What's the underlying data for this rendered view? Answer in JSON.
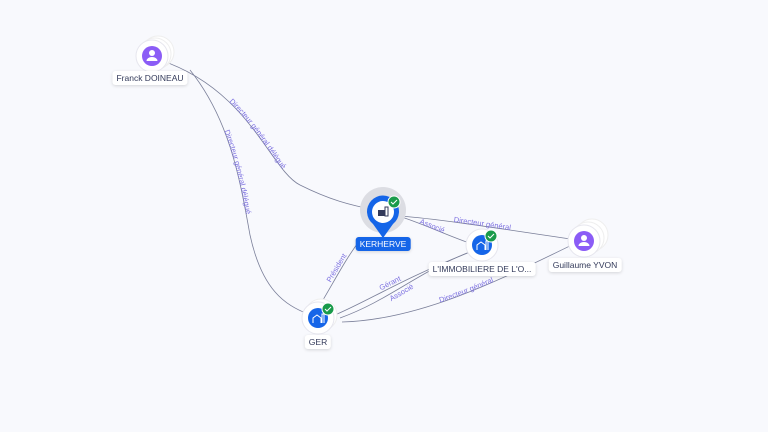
{
  "nodes": {
    "franck": {
      "label": "Franck DOINEAU",
      "type": "person"
    },
    "kerherve": {
      "label": "KERHERVE",
      "type": "company",
      "verified": true,
      "selected": true
    },
    "limmo": {
      "label": "L'IMMOBILIERE DE L'O...",
      "type": "company",
      "verified": true
    },
    "guillaume": {
      "label": "Guillaume YVON",
      "type": "person"
    },
    "ger": {
      "label": "GER",
      "type": "company",
      "verified": true
    }
  },
  "edges": [
    {
      "label": "Directeur général délégué"
    },
    {
      "label": "Directeur général délégué"
    },
    {
      "label": "Président"
    },
    {
      "label": "Associé"
    },
    {
      "label": "Directeur général"
    },
    {
      "label": "Gérant"
    },
    {
      "label": "Associé"
    },
    {
      "label": "Directeur général"
    }
  ],
  "colors": {
    "person": "#8b5cf6",
    "company": "#1565e8",
    "verified": "#1a9b4b"
  }
}
